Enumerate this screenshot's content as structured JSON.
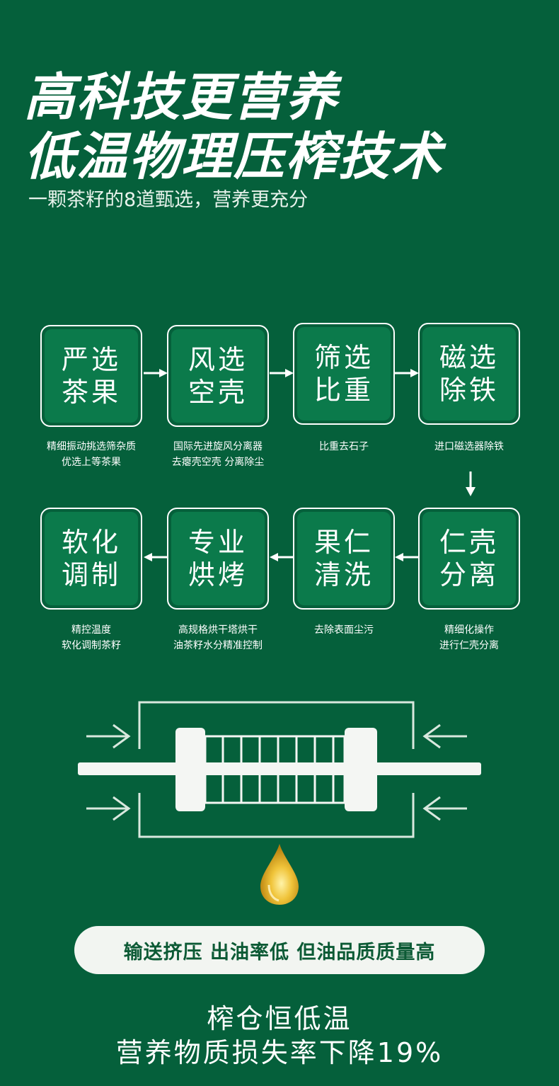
{
  "headline": {
    "line1": "高科技更营养",
    "line2": "低温物理压榨技术"
  },
  "subtitle": "一颗茶籽的8道甄选，营养更充分",
  "steps": [
    {
      "l1": "严选",
      "l2": "茶果",
      "d1": "精细振动挑选筛杂质",
      "d2": "优选上等茶果"
    },
    {
      "l1": "风选",
      "l2": "空壳",
      "d1": "国际先进旋风分离器",
      "d2": "去瘪壳空壳 分离除尘"
    },
    {
      "l1": "筛选",
      "l2": "比重",
      "d1": "比重去石子",
      "d2": ""
    },
    {
      "l1": "磁选",
      "l2": "除铁",
      "d1": "进口磁选器除铁",
      "d2": ""
    },
    {
      "l1": "仁壳",
      "l2": "分离",
      "d1": "精细化操作",
      "d2": "进行仁壳分离"
    },
    {
      "l1": "果仁",
      "l2": "清洗",
      "d1": "去除表面尘污",
      "d2": ""
    },
    {
      "l1": "专业",
      "l2": "烘烤",
      "d1": "高规格烘干塔烘干",
      "d2": "油茶籽水分精准控制"
    },
    {
      "l1": "软化",
      "l2": "调制",
      "d1": "精控温度",
      "d2": "软化调制茶籽"
    }
  ],
  "pill": "输送挤压 出油率低 但油品质质量高",
  "bottom": {
    "line1": "榨仓恒低温",
    "line2": "营养物质损失率下降19%"
  },
  "colors": {
    "background": "#05603b",
    "box_fill": "#0b7a4b",
    "oil_gold": "#e0a91c",
    "pill_text": "#0c5a35"
  },
  "icons": [
    "arrow-right-icon",
    "arrow-down-icon",
    "arrow-left-icon",
    "press-diagram-icon",
    "oil-drop-icon"
  ]
}
